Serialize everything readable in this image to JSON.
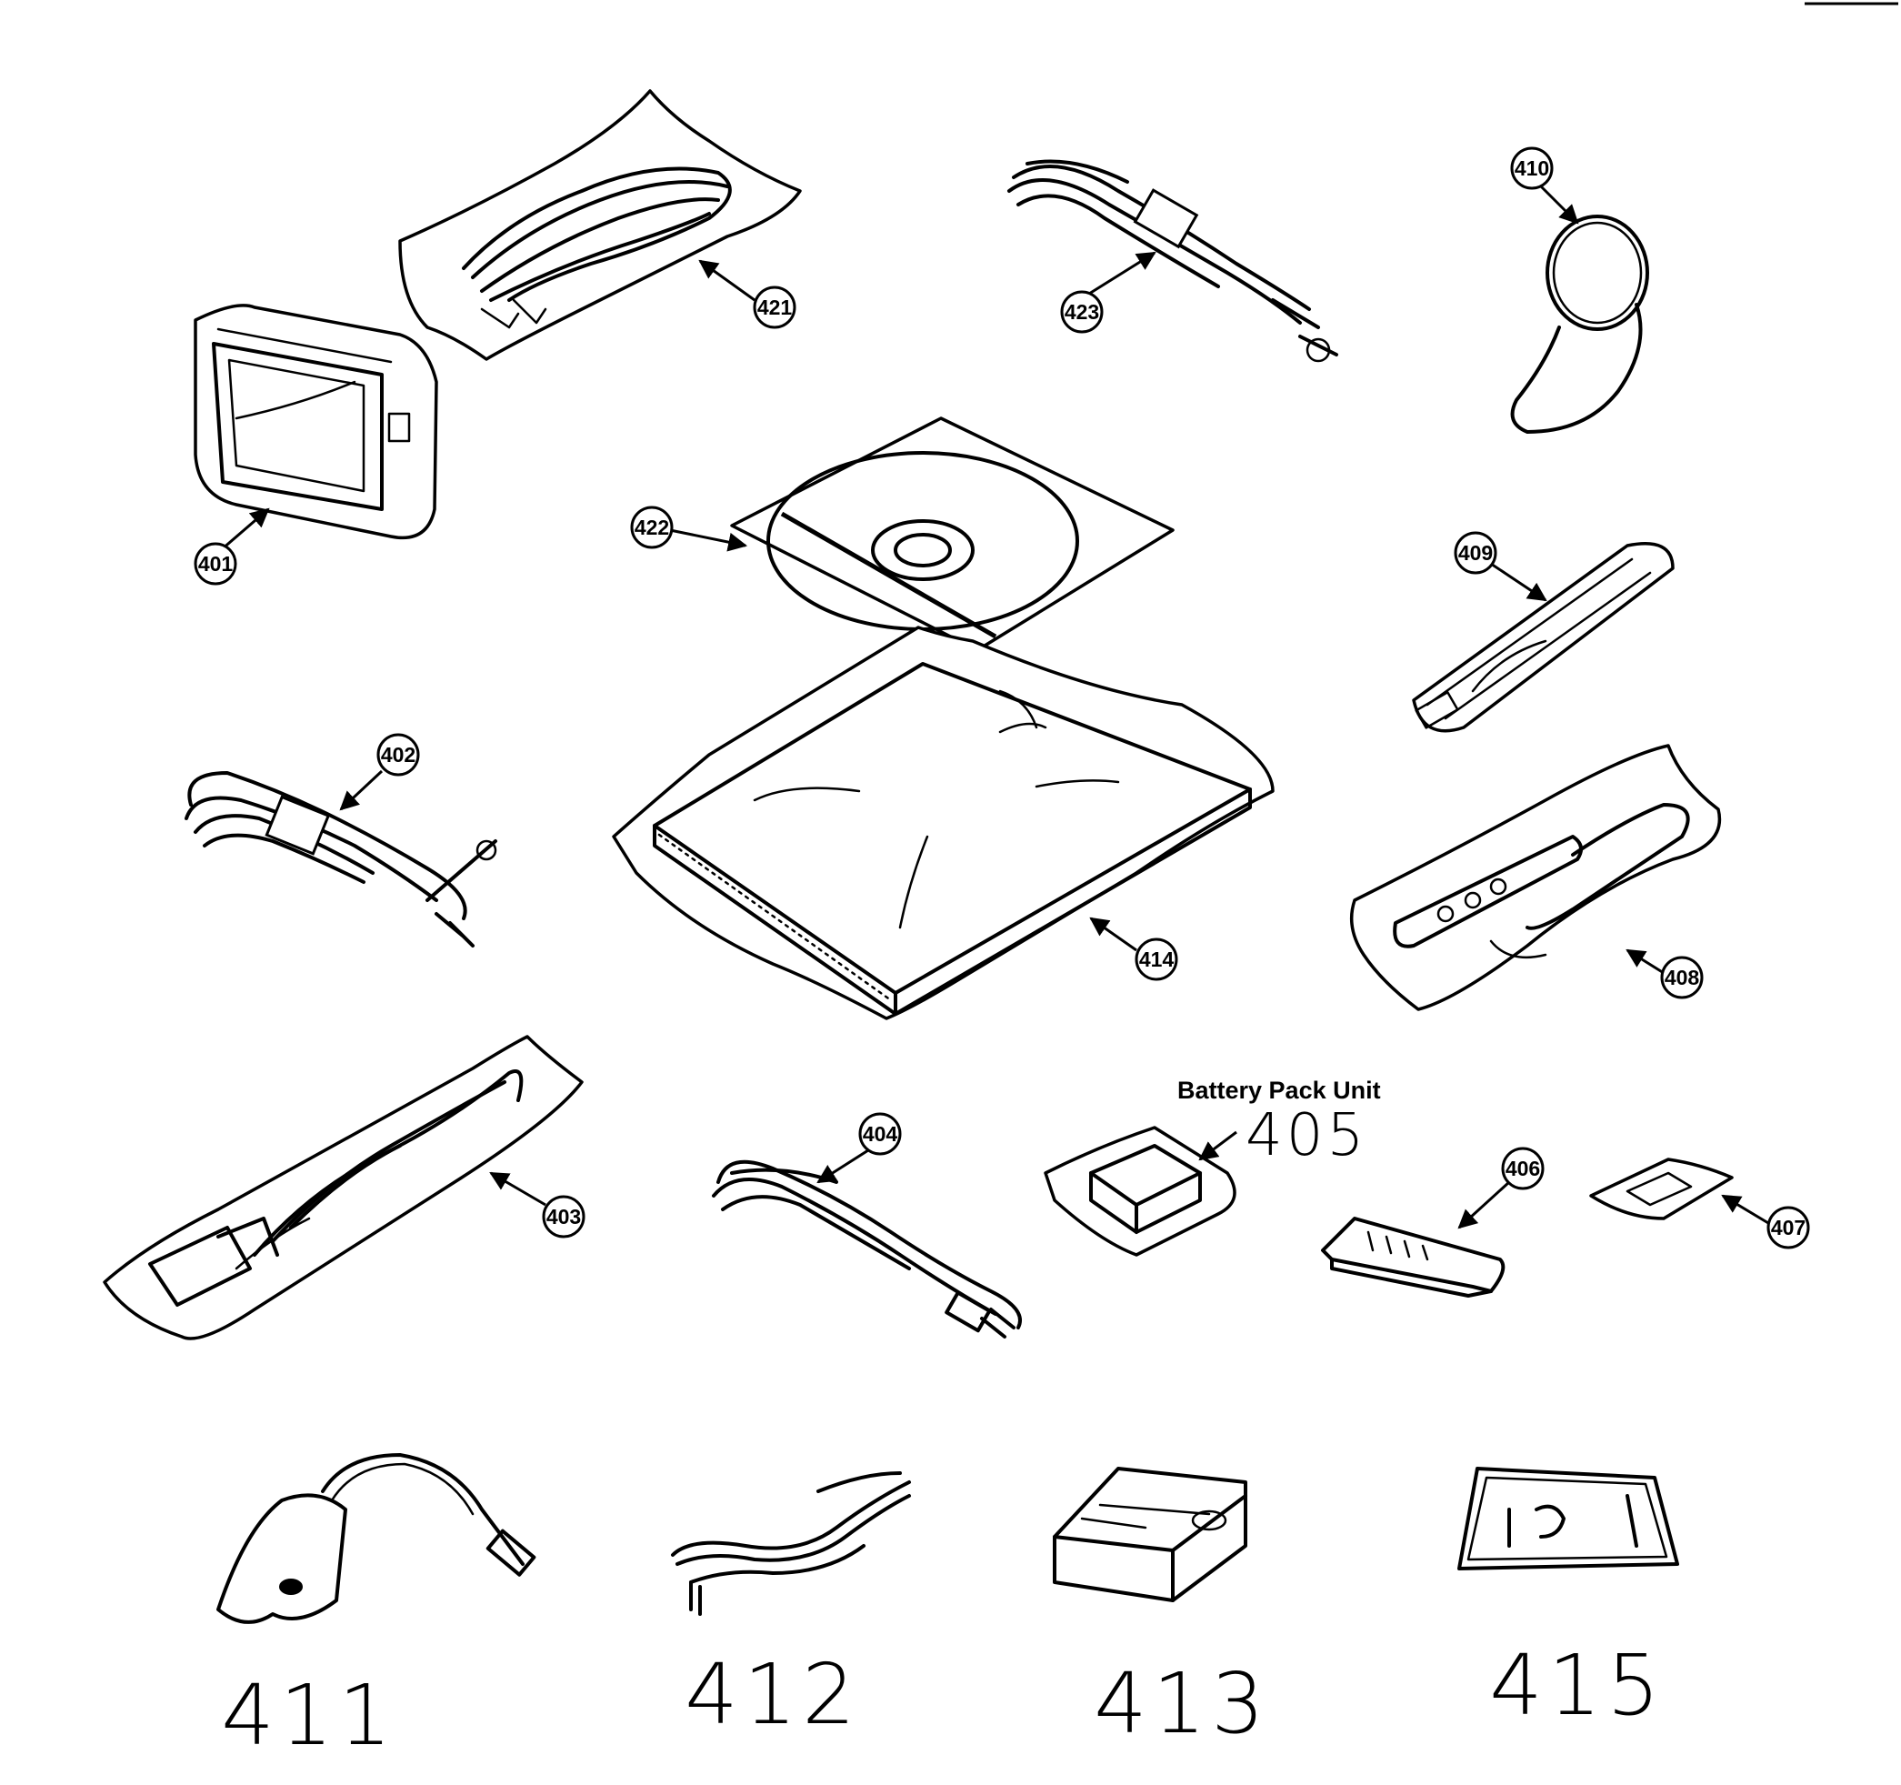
{
  "callouts": {
    "c401": "401",
    "c402": "402",
    "c403": "403",
    "c404": "404",
    "c406": "406",
    "c407": "407",
    "c408": "408",
    "c409": "409",
    "c410": "410",
    "c414": "414",
    "c421": "421",
    "c422": "422",
    "c423": "423"
  },
  "battery": {
    "caption": "Battery Pack Unit",
    "number": "405"
  },
  "bottom_labels": {
    "l411": "411",
    "l412": "412",
    "l413": "413",
    "l415": "415"
  }
}
